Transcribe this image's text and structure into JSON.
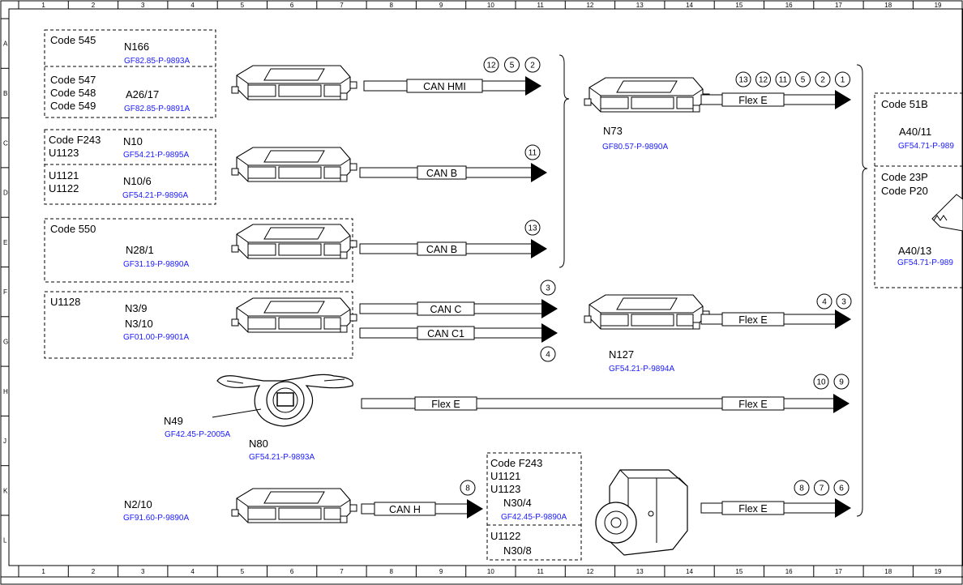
{
  "grid": {
    "columns": [
      "1",
      "2",
      "3",
      "4",
      "5",
      "6",
      "7",
      "8",
      "9",
      "10",
      "11",
      "12",
      "13",
      "14",
      "15",
      "16",
      "17",
      "18",
      "19"
    ],
    "rows": [
      "A",
      "B",
      "C",
      "D",
      "E",
      "F",
      "G",
      "H",
      "J",
      "K",
      "L"
    ]
  },
  "groups": {
    "code545": {
      "code": "Code 545",
      "component": "N166",
      "ref": "GF82.85-P-9893A"
    },
    "code547": {
      "codes": [
        "Code 547",
        "Code 548",
        "Code 549"
      ],
      "component": "A26/17",
      "ref": "GF82.85-P-9891A"
    },
    "codeF243": {
      "codes": [
        "Code F243",
        "U1123"
      ],
      "component": "N10",
      "ref": "GF54.21-P-9895A"
    },
    "u1121": {
      "codes": [
        "U1121",
        "U1122"
      ],
      "component": "N10/6",
      "ref": "GF54.21-P-9896A"
    },
    "code550": {
      "code": "Code 550",
      "component": "N28/1",
      "ref": "GF31.19-P-9890A"
    },
    "u1128": {
      "code": "U1128",
      "components": [
        "N3/9",
        "N3/10"
      ],
      "ref": "GF01.00-P-9901A"
    },
    "n49": {
      "component": "N49",
      "ref": "GF42.45-P-2005A"
    },
    "n80": {
      "component": "N80",
      "ref": "GF54.21-P-9893A"
    },
    "n2_10": {
      "component": "N2/10",
      "ref": "GF91.60-P-9890A"
    },
    "n30": {
      "codes": [
        "Code F243",
        "U1121",
        "U1123"
      ],
      "component": "N30/4",
      "ref": "GF42.45-P-9890A",
      "code2": "U1122",
      "component2": "N30/8"
    },
    "n73": {
      "component": "N73",
      "ref": "GF80.57-P-9890A"
    },
    "n127": {
      "component": "N127",
      "ref": "GF54.21-P-9894A"
    },
    "code51b": {
      "code": "Code 51B",
      "component": "A40/11",
      "ref": "GF54.71-P-989"
    },
    "code23p": {
      "codes": [
        "Code 23P",
        "Code P20"
      ],
      "component": "A40/13",
      "ref": "GF54.71-P-989"
    }
  },
  "buses": {
    "can_hmi": "CAN HMI",
    "can_b1": "CAN B",
    "can_b2": "CAN B",
    "can_c": "CAN C",
    "can_c1": "CAN C1",
    "flex_e_h1": "Flex E",
    "flex_e_h2": "Flex E",
    "can_h": "CAN H",
    "flex_e_n73": "Flex E",
    "flex_e_n127": "Flex E",
    "flex_e_n30": "Flex E"
  },
  "markers": {
    "can_hmi": [
      "12",
      "5",
      "2"
    ],
    "can_b1": [
      "11"
    ],
    "can_b2": [
      "13"
    ],
    "can_c": [
      "3"
    ],
    "can_c1": [
      "4"
    ],
    "n73_out": [
      "13",
      "12",
      "11",
      "5",
      "2",
      "1"
    ],
    "n127_out": [
      "4",
      "3"
    ],
    "flex_e_h": [
      "10",
      "9"
    ],
    "can_h": [
      "8"
    ],
    "n30_out": [
      "8",
      "7",
      "6"
    ]
  }
}
